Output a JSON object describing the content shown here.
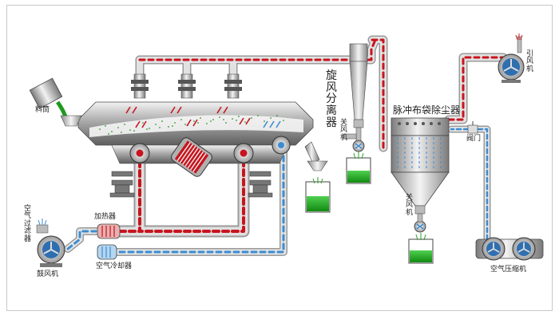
{
  "labels": {
    "hopper": "料筒",
    "cyclone": "旋风分离器",
    "bag_filter": "脉冲布袋除尘器",
    "induced_fan": "引风机",
    "valve": "阀门",
    "rotary_valve_1": "关风机",
    "rotary_valve_2": "关风机",
    "air_filter": "空气过滤器",
    "heater": "加热器",
    "blower": "鼓风机",
    "air_cooler": "空气冷却器",
    "air_compressor": "空气压缩机"
  },
  "colors": {
    "hot_air": "#c8141e",
    "cold_air": "#3c8cd2",
    "pipe_body": "#d2d2d2",
    "product_green": "#1e9a1e",
    "steel_dark": "#6e6e6e",
    "steel_light": "#e6e6e6"
  }
}
